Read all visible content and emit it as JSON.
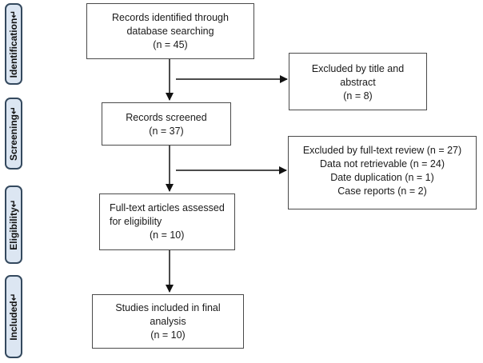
{
  "stages": [
    {
      "id": "identification",
      "label": "Identification↵"
    },
    {
      "id": "screening",
      "label": "Screening↵"
    },
    {
      "id": "eligibility",
      "label": "Eligibility↵"
    },
    {
      "id": "included",
      "label": "Included↵"
    }
  ],
  "boxes": {
    "identified": {
      "lines": [
        "Records identified through",
        "database searching",
        "(n = 45)"
      ]
    },
    "excluded_title": {
      "lines": [
        "Excluded by title and",
        "abstract",
        "(n = 8)"
      ]
    },
    "screened": {
      "lines": [
        "Records screened",
        "(n = 37)"
      ]
    },
    "excluded_fulltext": {
      "lines": [
        "Excluded by full-text review (n = 27)",
        "Data not retrievable (n = 24)",
        "Date duplication (n = 1)",
        "Case reports (n = 2)"
      ]
    },
    "fulltext": {
      "lines": [
        "Full-text articles assessed",
        "for eligibility",
        "(n = 10)"
      ]
    },
    "included": {
      "lines": [
        "Studies included in final",
        "analysis",
        "(n = 10)"
      ]
    }
  }
}
